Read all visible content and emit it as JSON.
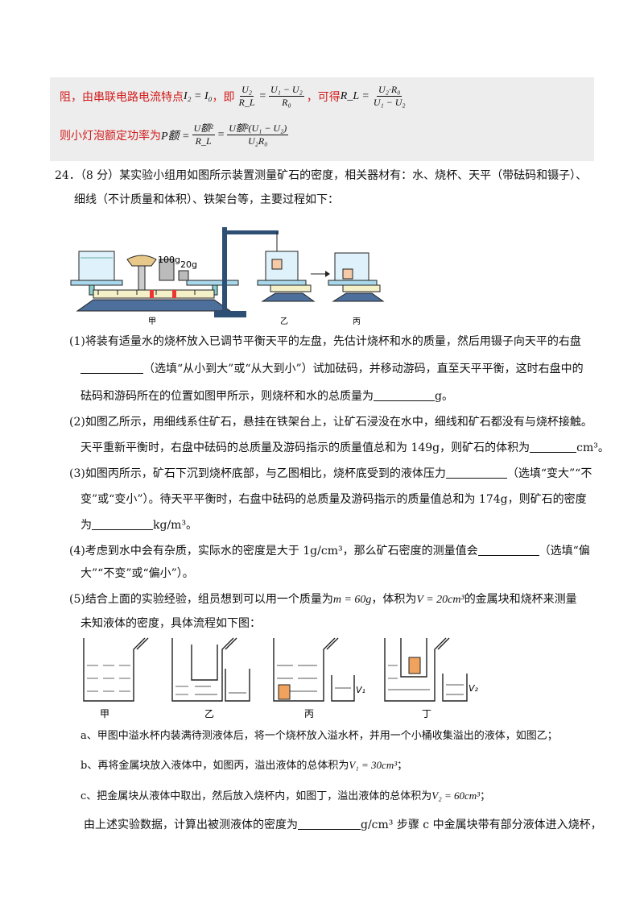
{
  "answer": {
    "line1_a": "阻，由串联电路电流特点",
    "line1_eq1": "I₂ = I₀",
    "line1_b": "，即",
    "frac1_num": "U₂",
    "frac1_den": "R_L",
    "frac2_num": "U₁ − U₂",
    "frac2_den": "R₀",
    "line1_c": "，可得",
    "rl": "R_L =",
    "frac3_num": "U₂·R₀",
    "frac3_den": "U₁ − U₂",
    "line2_a": "则小灯泡额定功率为",
    "p_label": "P额 =",
    "frac4_num": "U额²",
    "frac4_den": "R_L",
    "frac5_num": "U额²(U₁ − U₂)",
    "frac5_den": "U₂R₀"
  },
  "question": {
    "header": "24．（8 分）某实验小组用如图所示装置测量矿石的密度，相关器材有：水、烧杯、天平（带砝码和镊子）、",
    "header2": "细线（不计质量和体积）、铁架台等，主要过程如下：",
    "fig1_labels": {
      "jia": "甲",
      "yi": "乙",
      "bing": "丙",
      "w100": "100g",
      "w20": "20g"
    },
    "q1_a": "(1)将装有适量水的烧杯放入已调节平衡天平的左盘，先估计烧杯和水的质量，然后用镊子向天平的右盘",
    "q1_b": "（选填“从小到大”或“从大到小”）试加砝码，并移动游码，直至天平平衡，这时右盘中的",
    "q1_c": "砝码和游码所在的位置如图甲所示，则烧杯和水的总质量为",
    "q1_c_end": "g。",
    "q2_a": "(2)如图乙所示，用细线系住矿石，悬挂在铁架台上，让矿石浸没在水中，细线和矿石都没有与烧杯接触。",
    "q2_b": "天平重新平衡时，右盘中砝码的总质量及游码指示的质量值总和为 149g，则矿石的体积为",
    "q2_b_unit": "cm³。",
    "q3_a": "(3)如图丙所示，矿石下沉到烧杯底部，与乙图相比，烧杯底受到的液体压力",
    "q3_a_end": "（选填“变大”“不",
    "q3_b": "变”或“变小”）。待天平平衡时，右盘中砝码的总质量及游码指示的质量值总和为 174g，则矿石的密度",
    "q3_c": "为",
    "q3_c_unit": "kg/m³。",
    "q4_a": "(4)考虑到水中会有杂质，实际水的密度是大于 1g/cm³，那么矿石密度的测量值会",
    "q4_a_end": "（选填“偏",
    "q4_b": "大”“不变”或“偏小”）。",
    "q5_a1": "(5)结合上面的实验经验，组员想到可以用一个质量为",
    "q5_m": "m = 60g",
    "q5_a2": "，体积为",
    "q5_v": "V = 20cm³",
    "q5_a3": "的金属块和烧杯来测量",
    "q5_b": "未知液体的密度，具体流程如下图：",
    "fig2_labels": {
      "jia": "甲",
      "yi": "乙",
      "bing": "丙",
      "ding": "丁",
      "v1": "V₁",
      "v2": "V₂"
    },
    "step_a": "a、甲图中溢水杯内装满待测液体后，将一个烧杯放入溢水杯，并用一个小桶收集溢出的液体，如图乙；",
    "step_b": "b、再将金属块放入液体中，如图丙，溢出液体的总体积为",
    "step_b_v": "V₁ = 30cm³",
    "step_b_end": "；",
    "step_c": "c、把金属块从液体中取出，然后放入烧杯内，如图丁，溢出液体的总体积为",
    "step_c_v": "V₂ = 60cm³",
    "step_c_end": "；",
    "last_a": "由上述实验数据，计算出被测液体的密度为",
    "last_unit": "g/cm³ 步骤 c 中金属块带有部分液体进入烧杯，"
  }
}
